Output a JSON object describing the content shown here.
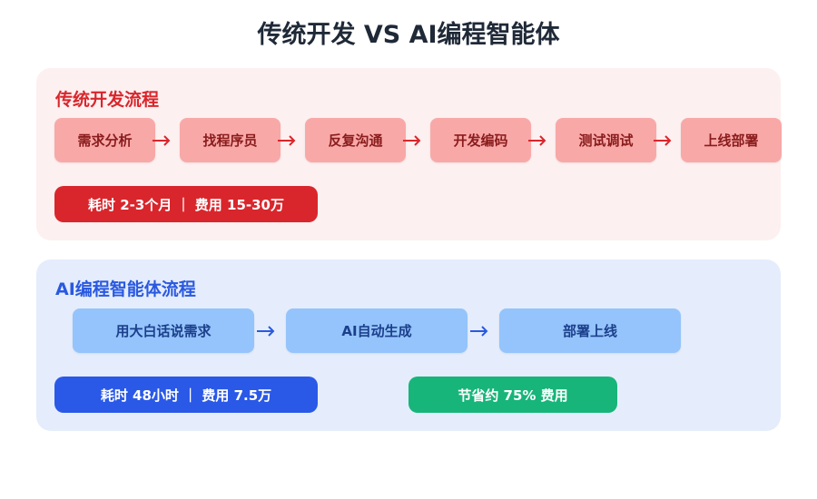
{
  "title": "传统开发 VS AI编程智能体",
  "traditional": {
    "heading": "传统开发流程",
    "steps": [
      "需求分析",
      "找程序员",
      "反复沟通",
      "开发编码",
      "测试调试",
      "上线部署"
    ],
    "summary": "耗时 2-3个月 ｜ 费用 15-30万",
    "colors": {
      "panel": "#fdf0f0",
      "step": "#f9a8a8",
      "accent": "#d9262c"
    }
  },
  "ai": {
    "heading": "AI编程智能体流程",
    "steps": [
      "用大白话说需求",
      "AI自动生成",
      "部署上线"
    ],
    "summary": "耗时 48小时 ｜ 费用 7.5万",
    "savings": "节省约 75% 费用",
    "colors": {
      "panel": "#e5edfc",
      "step": "#94c4fb",
      "accent": "#2a59e8",
      "savings": "#17b57a"
    }
  },
  "icons": {
    "arrow": "arrow-right-icon"
  }
}
